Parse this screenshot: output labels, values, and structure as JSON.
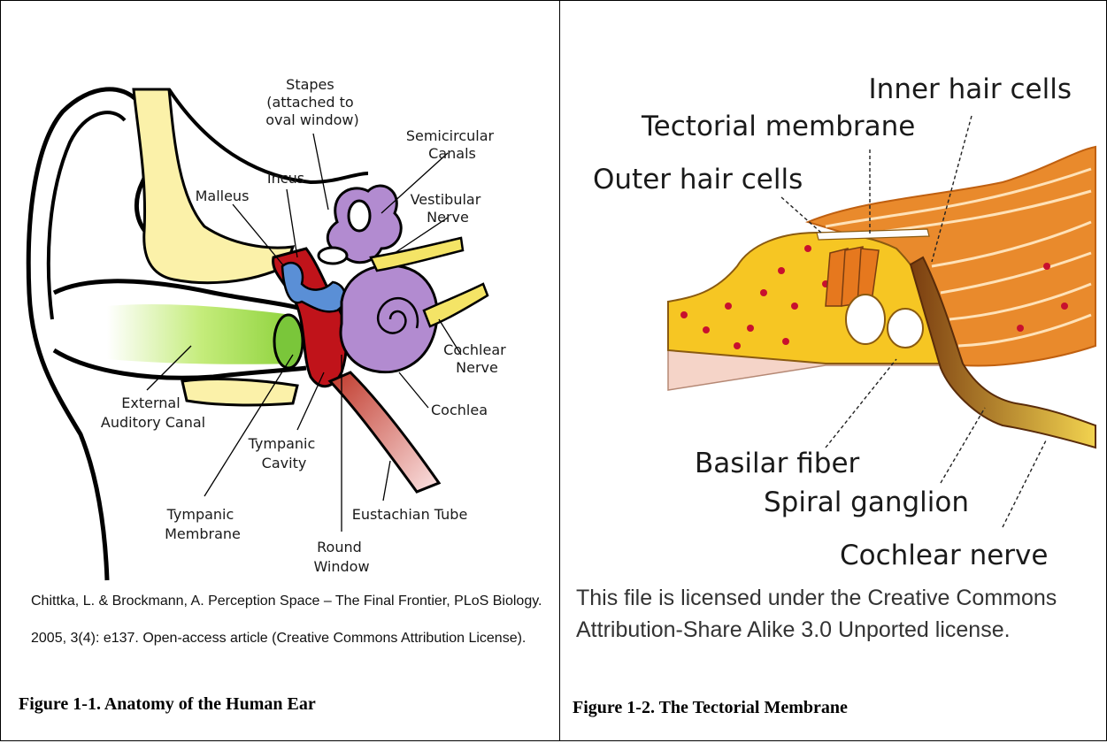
{
  "figure1": {
    "labels": {
      "stapes": [
        "Stapes",
        "(attached to",
        "oval window)"
      ],
      "semicircular": [
        "Semicircular",
        "Canals"
      ],
      "vestibular": [
        "Vestibular",
        "Nerve"
      ],
      "incus": "Incus",
      "malleus": "Malleus",
      "cochlear_nerve": [
        "Cochlear",
        "Nerve"
      ],
      "cochlea": "Cochlea",
      "external": [
        "External",
        "Auditory Canal"
      ],
      "tympanic_cavity": [
        "Tympanic",
        "Cavity"
      ],
      "eustachian": "Eustachian Tube",
      "tympanic_membrane": [
        "Tympanic",
        "Membrane"
      ],
      "round_window": [
        "Round",
        "Window"
      ]
    },
    "credit": {
      "line1": "Chittka, L. & Brockmann, A. Perception Space – The Final Frontier, PLoS Biology.",
      "line2": "2005, 3(4): e137. Open-access article (Creative Commons Attribution License)."
    },
    "caption": "Figure 1-1. Anatomy of the Human Ear"
  },
  "figure2": {
    "labels": {
      "inner_hair": "Inner hair cells",
      "tectorial": "Tectorial membrane",
      "outer_hair": "Outer hair cells",
      "basilar": "Basilar fiber",
      "spiral": "Spiral ganglion",
      "cochlear_nerve": "Cochlear nerve"
    },
    "license": {
      "line1": "This file is licensed under the Creative Commons",
      "line2": "Attribution-Share Alike 3.0 Unported license."
    },
    "caption": "Figure 1-2. The Tectorial Membrane"
  }
}
